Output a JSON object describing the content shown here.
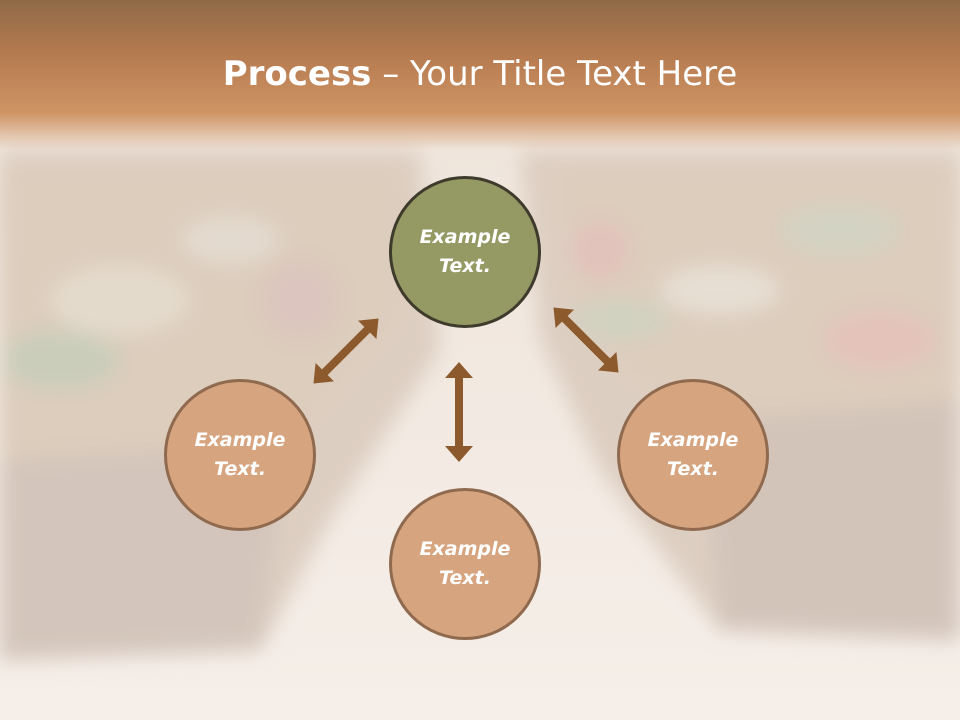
{
  "slide": {
    "title_bold": "Process",
    "title_rest": " – Your Title Text Here"
  },
  "diagram": {
    "center": {
      "text": "Example Text."
    },
    "left": {
      "text": "Example Text."
    },
    "right": {
      "text": "Example Text."
    },
    "bottom": {
      "text": "Example Text."
    }
  },
  "colors": {
    "title_bar": "#b47a4f",
    "center_fill": "#959963",
    "outer_fill": "#d6a47f",
    "arrow": "#8c5a2c"
  }
}
